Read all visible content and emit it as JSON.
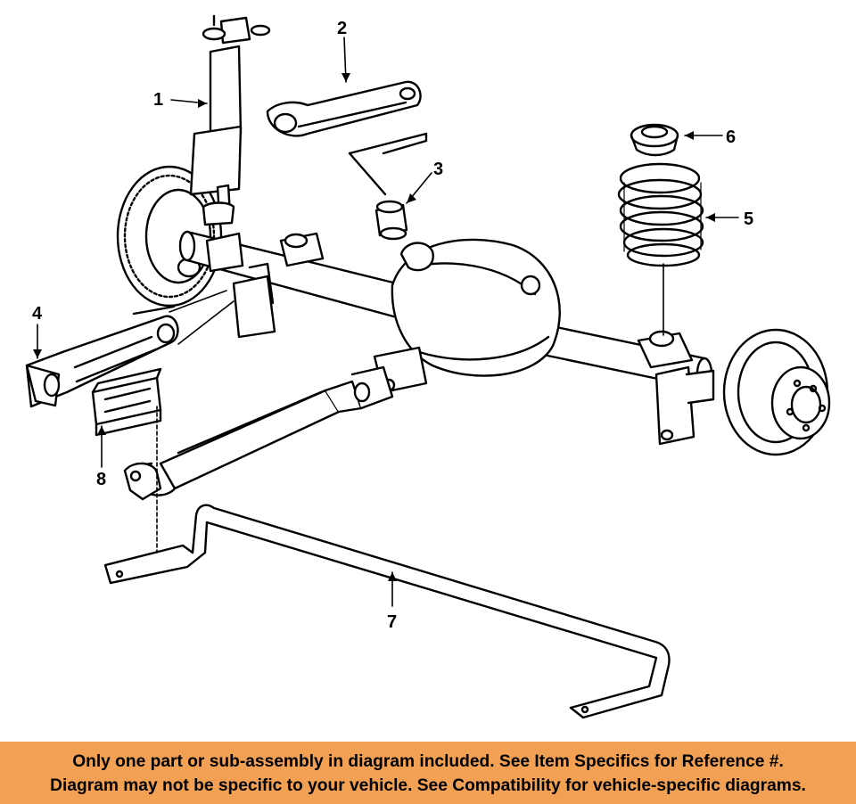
{
  "diagram": {
    "callouts": [
      {
        "number": "1",
        "part": "shock-absorber"
      },
      {
        "number": "2",
        "part": "upper-control-arm"
      },
      {
        "number": "3",
        "part": "bushing"
      },
      {
        "number": "4",
        "part": "lower-control-arm"
      },
      {
        "number": "5",
        "part": "coil-spring"
      },
      {
        "number": "6",
        "part": "spring-insulator"
      },
      {
        "number": "7",
        "part": "stabilizer-bar"
      },
      {
        "number": "8",
        "part": "bracket"
      }
    ]
  },
  "banner": {
    "line1": "Only one part or sub-assembly in diagram included. See Item Specifics for Reference #.",
    "line2": "Diagram may not be specific to your vehicle. See Compatibility for vehicle-specific diagrams.",
    "background": "#f2a154"
  }
}
